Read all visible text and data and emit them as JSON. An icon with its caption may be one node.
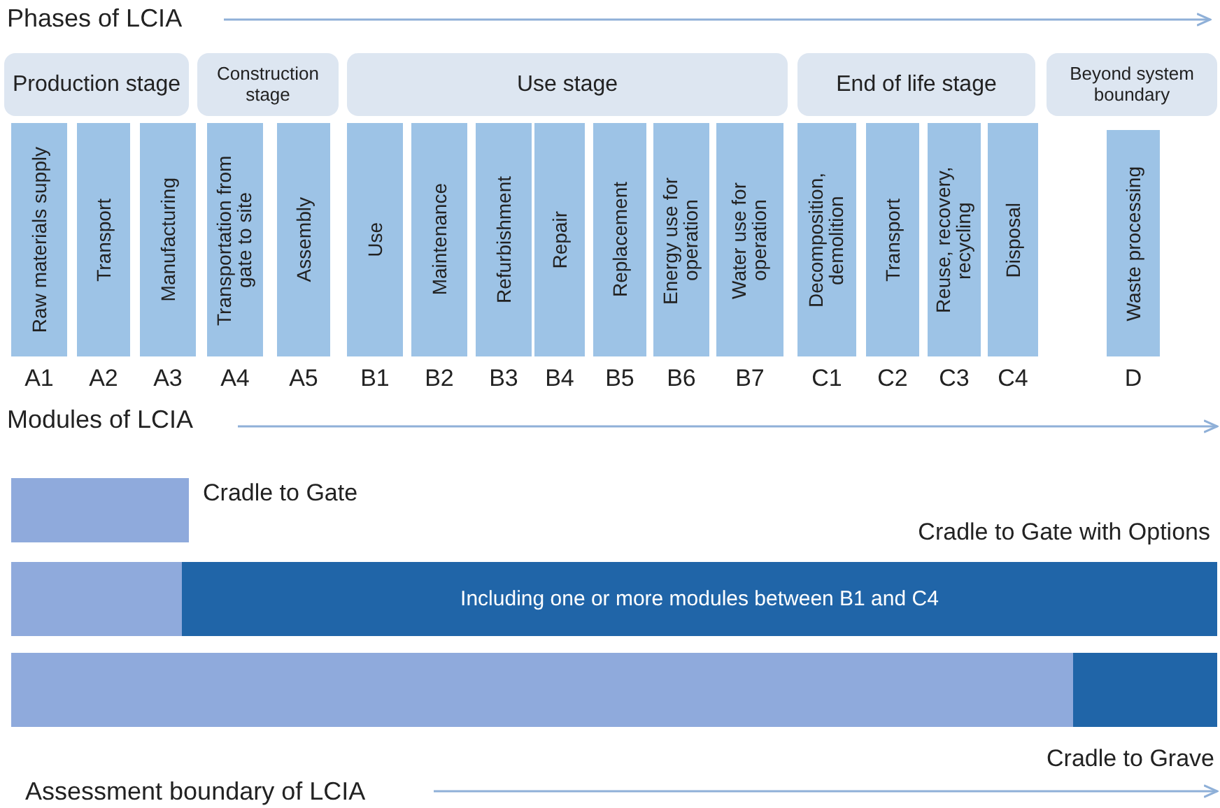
{
  "diagram": {
    "nodes": [
      {
        "text": [
          "Production stage"
        ]
      },
      {
        "text": [
          "Construction stage"
        ]
      },
      {
        "text": [
          "Use stage"
        ]
      },
      {
        "text": [
          "End of life stage"
        ]
      },
      {
        "text": [
          "Beyond system boundary"
        ]
      },
      {
        "text": [
          "Raw materials supply"
        ],
        "beside": [
          "A1"
        ]
      },
      {
        "text": [
          "Transport"
        ],
        "beside": [
          "A2"
        ]
      },
      {
        "text": [
          "Manufacturing"
        ],
        "beside": [
          "A3"
        ]
      },
      {
        "text": [
          "Transportation from gate to site"
        ],
        "beside": [
          "A4"
        ]
      },
      {
        "text": [
          "Assembly"
        ],
        "beside": [
          "A5"
        ]
      },
      {
        "text": [
          "Use"
        ],
        "beside": [
          "B1"
        ]
      },
      {
        "text": [
          "Maintenance"
        ],
        "beside": [
          "B2"
        ]
      },
      {
        "text": [
          "Refurbishment"
        ],
        "beside": [
          "B3"
        ]
      },
      {
        "text": [
          "Repair"
        ],
        "beside": [
          "B4"
        ]
      },
      {
        "text": [
          "Replacement"
        ],
        "beside": [
          "B5"
        ]
      },
      {
        "text": [
          "Energy use for operation"
        ],
        "beside": [
          "B6"
        ]
      },
      {
        "text": [
          "Water use for operation"
        ],
        "beside": [
          "B7"
        ]
      },
      {
        "text": [
          "Decomposition, demolition"
        ],
        "beside": [
          "C1"
        ]
      },
      {
        "text": [
          "Transport"
        ],
        "beside": [
          "C2"
        ]
      },
      {
        "text": [
          "Reuse, recovery, recycling"
        ],
        "beside": [
          "C3"
        ]
      },
      {
        "text": [
          "Disposal"
        ],
        "beside": [
          "C4"
        ]
      },
      {
        "text": [
          "Waste processing"
        ],
        "beside": [
          "D"
        ]
      },
      {
        "text": [],
        "shape": "bar",
        "beside": [
          "Cradle to Gate"
        ]
      },
      {
        "text": [],
        "shape": "bar",
        "beside": [
          "Cradle to Gate with Options"
        ]
      },
      {
        "text": [
          "Including one or more modules between B1 and C4"
        ],
        "in": 23
      },
      {
        "text": [],
        "shape": "bar",
        "beside": [
          "Cradle to Grave"
        ]
      },
      {
        "text": [],
        "shape": "bar",
        "in": 25
      }
    ],
    "edges": [],
    "labels": [
      "Phases of LCIA",
      "Modules of LCIA",
      "Assessment boundary of LCIA"
    ]
  }
}
